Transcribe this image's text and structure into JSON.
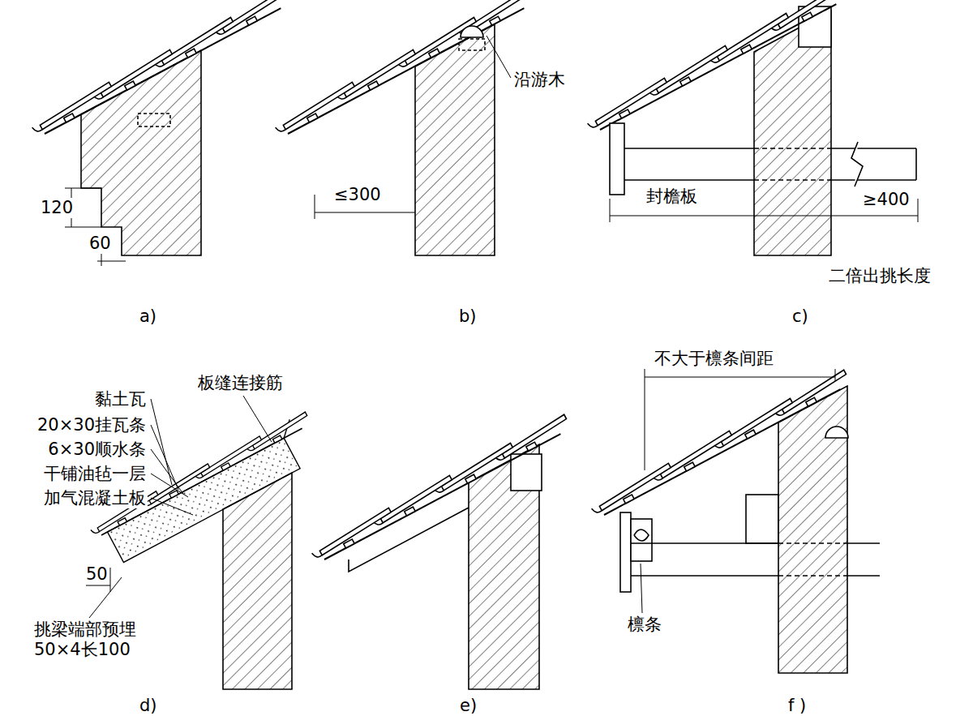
{
  "diagram": {
    "labels": [
      "120",
      "60",
      "沿游木",
      "≤300",
      "封檐板",
      "≥400",
      "二倍出挑长度",
      "a)",
      "b)",
      "c)",
      "黏土瓦",
      "20×30挂瓦条",
      "6×30顺水条",
      "干铺油毡一层",
      "加气混凝土板",
      "板缝连接筋",
      "50",
      "挑梁端部预埋 50×4长100",
      "不大于檩条间距",
      "檩条",
      "d)",
      "e)",
      "f )"
    ]
  }
}
